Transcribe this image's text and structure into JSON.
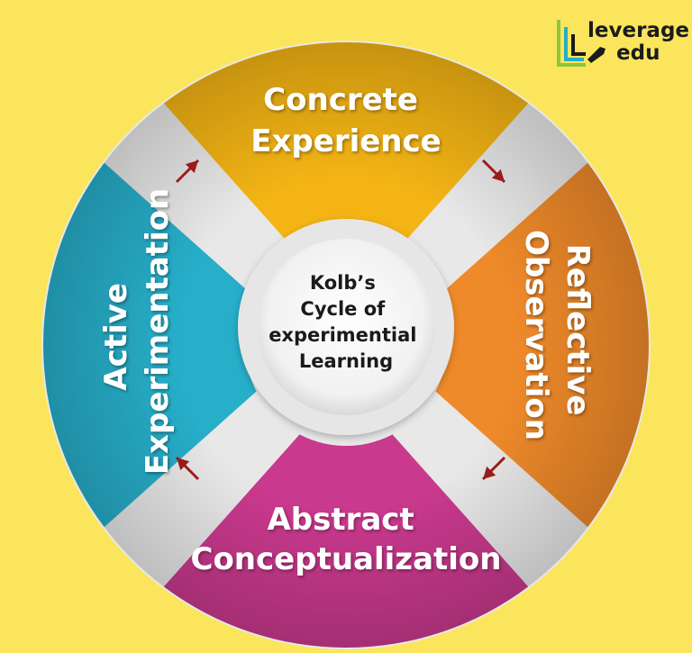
{
  "diagram": {
    "center": {
      "lines": [
        "Kolb’s",
        "Cycle of",
        "experimential",
        "Learning"
      ]
    },
    "stages": [
      {
        "id": "concrete-experience",
        "lines": [
          "Concrete",
          "Experience"
        ],
        "color": "#f3b414"
      },
      {
        "id": "reflective-observation",
        "lines": [
          "Reflective",
          "Observation"
        ],
        "color": "#ef8a2a"
      },
      {
        "id": "abstract-conceptualization",
        "lines": [
          "Abstract",
          "Conceptualization"
        ],
        "color": "#c9398d"
      },
      {
        "id": "active-experimentation",
        "lines": [
          "Active",
          "Experimentation"
        ],
        "color": "#27aec9"
      }
    ],
    "arrow_color": "#9b1b1b",
    "divider_color": "#e8e8e8"
  },
  "logo": {
    "line1": "leverage",
    "line2": "edu",
    "colors": {
      "green": "#8cc63f",
      "teal": "#27aec9",
      "dark": "#1b1b1b"
    }
  }
}
